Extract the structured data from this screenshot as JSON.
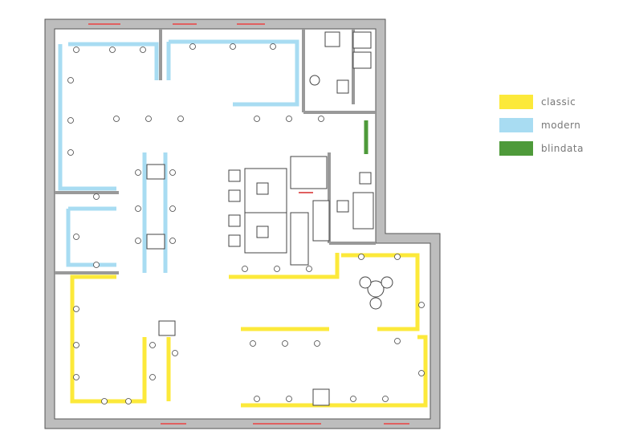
{
  "legend": [
    {
      "label": "classic",
      "color": "#fce93a"
    },
    {
      "label": "modern",
      "color": "#a8dcf2"
    },
    {
      "label": "blindata",
      "color": "#4e9a3a"
    }
  ],
  "colors": {
    "wall": "#bdbdbd",
    "line": "#333333",
    "window": "#e06060"
  }
}
